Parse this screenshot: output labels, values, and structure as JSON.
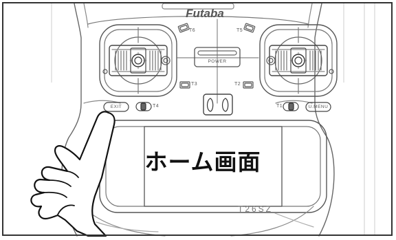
{
  "transmitter": {
    "brand": "Futaba",
    "model": "T26SZ",
    "power_label": "POWER",
    "exit_label": "EXIT",
    "umenu_label": "U.MENU",
    "trim_labels": {
      "t6": "T6",
      "t5": "T5",
      "t3": "T3",
      "t2": "T2",
      "t4": "T4",
      "t1": "T1"
    }
  },
  "screen": {
    "text": "ホーム画面"
  },
  "icons": {
    "hand": "pointing-hand-icon"
  }
}
